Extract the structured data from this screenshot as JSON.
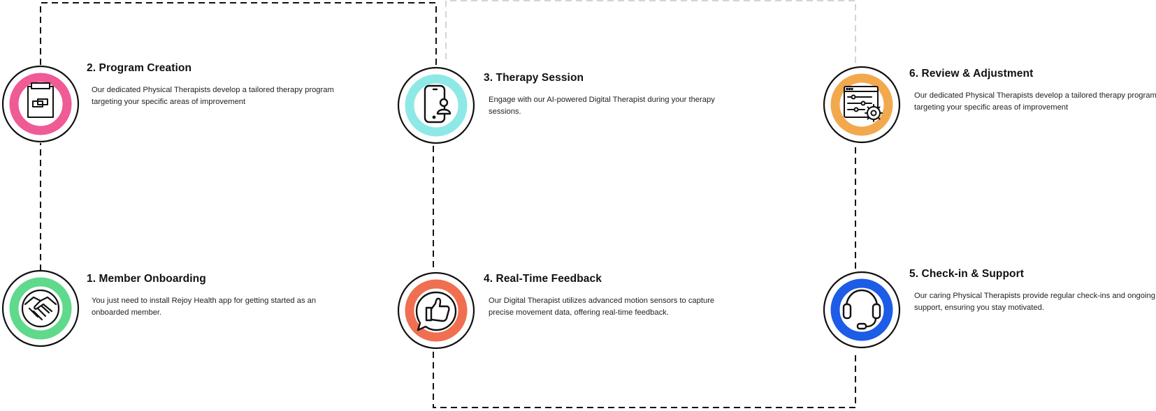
{
  "steps": [
    {
      "title": "1. Member Onboarding",
      "description": "You just need to install Rejoy Health app for getting started as an onboarded member.",
      "icon": "handshake-icon",
      "ring_color": "#5fd98b"
    },
    {
      "title": "2. Program Creation",
      "description": "Our dedicated Physical Therapists develop a tailored therapy program targeting your specific areas of improvement",
      "icon": "clipboard-icon",
      "ring_color": "#ef5b95"
    },
    {
      "title": "3. Therapy Session",
      "description": "Engage with our AI-powered Digital Therapist during your therapy sessions.",
      "icon": "phone-user-icon",
      "ring_color": "#8ee9e6"
    },
    {
      "title": "4. Real-Time Feedback",
      "description": "Our Digital Therapist utilizes advanced motion sensors to capture precise movement data, offering real-time feedback.",
      "icon": "thumbs-up-icon",
      "ring_color": "#ef6f50"
    },
    {
      "title": "5. Check-in & Support",
      "description": "Our caring Physical Therapists provide regular check-ins and ongoing support, ensuring you stay motivated.",
      "icon": "headset-icon",
      "ring_color": "#1d5ce6"
    },
    {
      "title": "6. Review & Adjustment",
      "description": "Our dedicated Physical Therapists develop a tailored therapy program targeting your specific areas of improvement",
      "icon": "settings-window-icon",
      "ring_color": "#f2a94e"
    }
  ],
  "connector_color": "#111111",
  "faded_connector_color": "#d4d4d4"
}
